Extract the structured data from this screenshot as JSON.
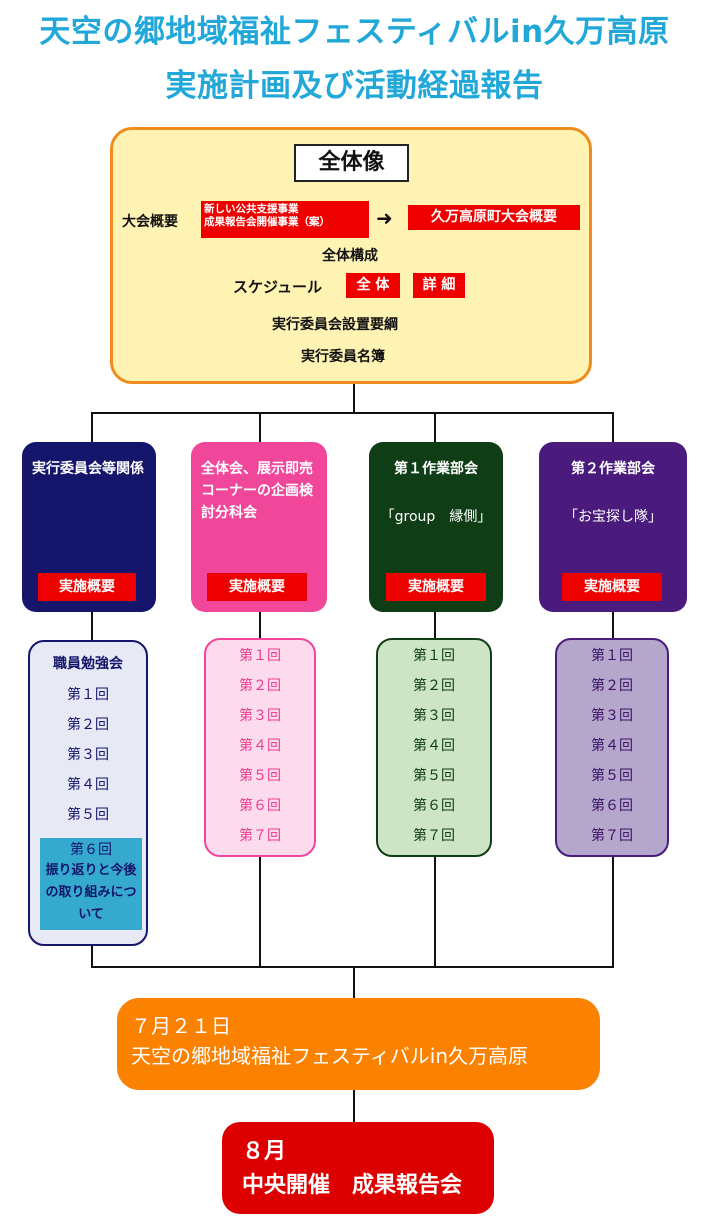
{
  "title": {
    "line1": "天空の郷地域福祉フェスティバルin久万高原",
    "line2": "実施計画及び活動経過報告"
  },
  "overview": {
    "heading": "全体像",
    "gaiyou_label": "大会概要",
    "proposal_line1": "新しい公共支援事業",
    "proposal_line2": "成果報告会開催事業（案）",
    "arrow": "➜",
    "town_overview": "久万高原町大会概要",
    "structure": "全体構成",
    "schedule_label": "スケジュール",
    "schedule_all": "全 体",
    "schedule_detail": "詳 細",
    "guidelines": "実行委員会設置要綱",
    "roster": "実行委員名簿"
  },
  "columns": [
    {
      "heading": "実行委員会等関係",
      "subheading": "",
      "button": "実施概要",
      "list_title": "職員勉強会",
      "items": [
        "第１回",
        "第２回",
        "第３回",
        "第４回",
        "第５回"
      ],
      "highlight_item": "第６回",
      "highlight_text": "振り返りと今後の取り組みについて"
    },
    {
      "heading": "全体会、展示即売コーナーの企画検討分科会",
      "subheading": "",
      "button": "実施概要",
      "items": [
        "第１回",
        "第２回",
        "第３回",
        "第４回",
        "第５回",
        "第６回",
        "第７回"
      ]
    },
    {
      "heading": "第１作業部会",
      "subheading": "「group　縁側」",
      "button": "実施概要",
      "items": [
        "第１回",
        "第２回",
        "第３回",
        "第４回",
        "第５回",
        "第６回",
        "第７回"
      ]
    },
    {
      "heading": "第２作業部会",
      "subheading": "「お宝探し隊」",
      "button": "実施概要",
      "items": [
        "第１回",
        "第２回",
        "第３回",
        "第４回",
        "第５回",
        "第６回",
        "第７回"
      ]
    }
  ],
  "festival": {
    "date": "７月２１日",
    "name": "天空の郷地域福祉フェスティバルin久万高原"
  },
  "report": {
    "month": "８月",
    "event": "中央開催　成果報告会"
  },
  "colors": {
    "title": "#21a8d8",
    "col1": "#14156b",
    "col2": "#f0479b",
    "col3": "#0f3d15",
    "col4": "#4a1b7d",
    "festival": "#fb8200",
    "report": "#dd0000"
  }
}
